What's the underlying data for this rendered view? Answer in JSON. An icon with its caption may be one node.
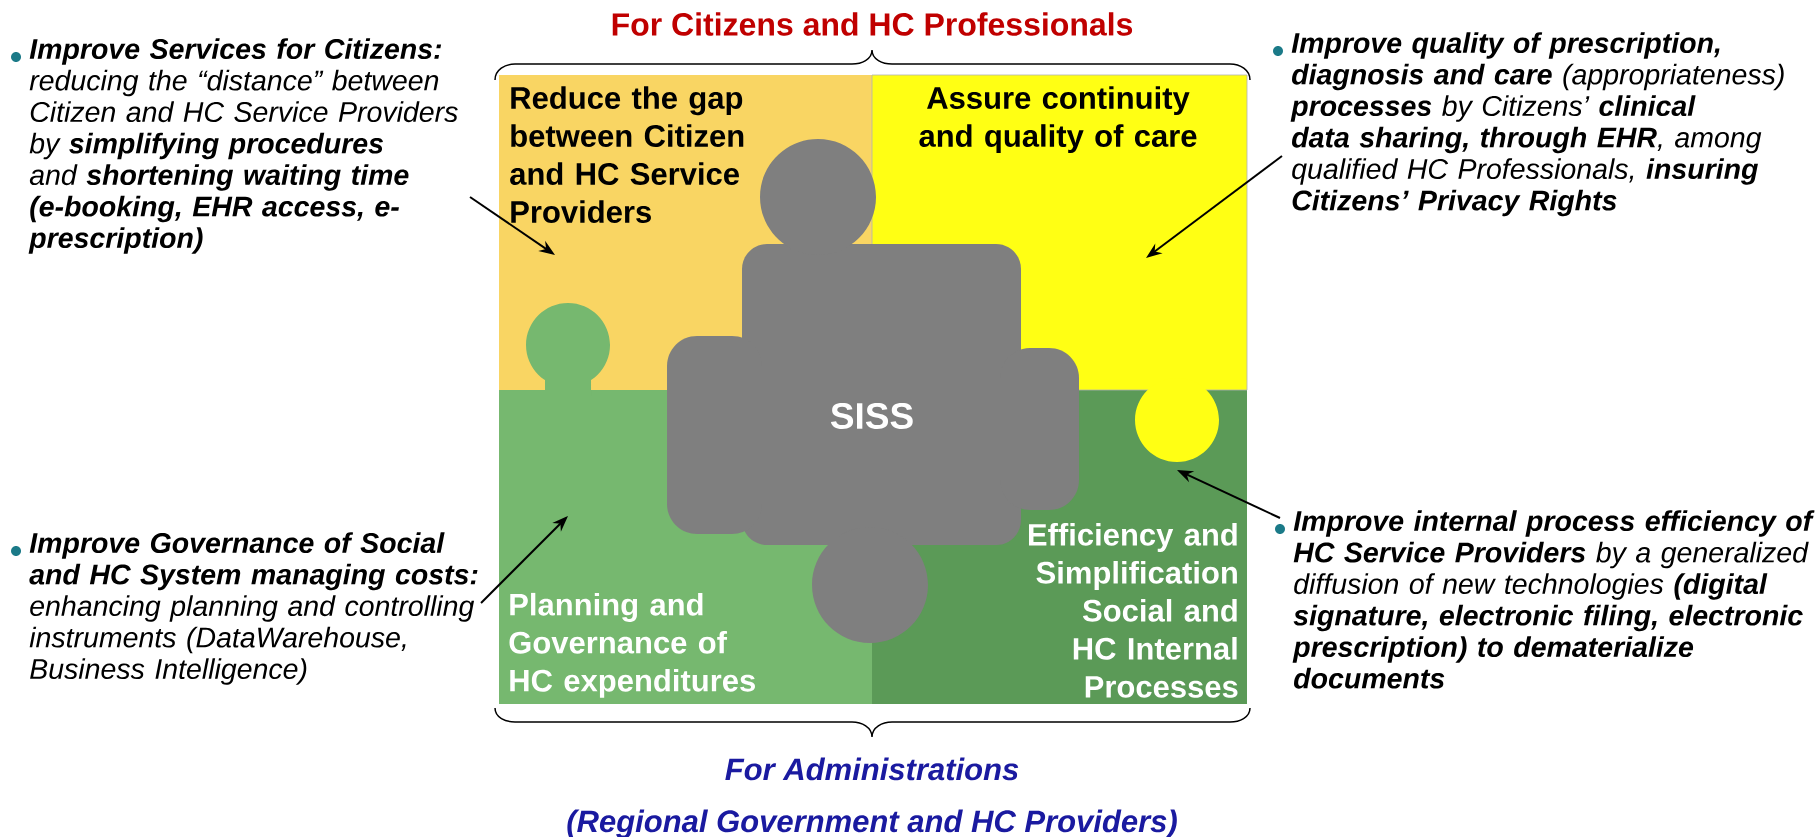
{
  "diagram": {
    "title": "For Citizens and HC Professionals",
    "nodes": [
      {
        "text": [
          "Reduce the gap between Citizen and HC Service Providers"
        ]
      },
      {
        "text": [
          "Assure continuity and quality of  care"
        ]
      },
      {
        "text": [
          "Planning and Governance of HC expenditures"
        ]
      },
      {
        "text": [
          "Efficiency and Simplification Social and HC Internal Processes"
        ]
      },
      {
        "text": [
          "SISS"
        ]
      },
      {
        "text": [
          "**Improve Services for Citizens:** reducing the “distance” between Citizen and HC Service Providers by **simplifying procedures** and **shortening waiting time (e-booking, EHR access, e-prescription)**"
        ]
      },
      {
        "text": [
          "**Improve quality of prescription, diagnosis and care** (appropriateness) **processes** by Citizens’ **clinical data sharing, through EHR**, among qualified HC Professionals, **insuring Citizens’ Privacy Rights**"
        ]
      },
      {
        "text": [
          "**Improve Governance of Social and HC System managing costs:** enhancing planning and controlling instruments (DataWarehouse, Business Intelligence)"
        ]
      },
      {
        "text": [
          "**Improve internal process efficiency of HC Service Providers** by a generalized diffusion of new technologies **(digital signature, electronic filing, electronic prescription) to dematerialize documents**"
        ]
      }
    ],
    "edges": [
      {
        "from": 5,
        "to": 0,
        "arrow": "to"
      },
      {
        "from": 6,
        "to": 1,
        "arrow": "to"
      },
      {
        "from": 7,
        "to": 2,
        "arrow": "to"
      },
      {
        "from": 8,
        "to": 3,
        "arrow": "to"
      }
    ],
    "labels": [
      "For Administrations",
      "(Regional Government and HC Providers)"
    ]
  }
}
